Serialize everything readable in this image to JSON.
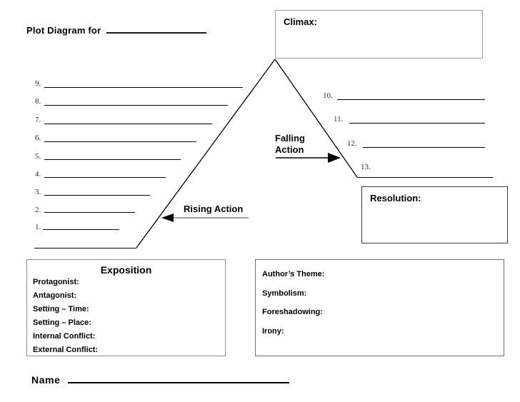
{
  "title": {
    "label": "Plot Diagram for",
    "blank": ""
  },
  "climax": {
    "label": "Climax:",
    "border_color": "#9a9a9a"
  },
  "resolution": {
    "label": "Resolution:",
    "border_color": "#3a3a3a"
  },
  "rising_action": {
    "caption": "Rising Action",
    "shaft_color": "#808080",
    "head_color": "#000000"
  },
  "falling_action": {
    "caption_line1": "Falling",
    "caption_line2": "Action",
    "color": "#000000"
  },
  "rising_items": [
    {
      "number": "9."
    },
    {
      "number": "8."
    },
    {
      "number": "7."
    },
    {
      "number": "6."
    },
    {
      "number": "5."
    },
    {
      "number": "4."
    },
    {
      "number": "3."
    },
    {
      "number": "2."
    },
    {
      "number": "1."
    }
  ],
  "falling_items": [
    {
      "number": "10."
    },
    {
      "number": "11."
    },
    {
      "number": "12."
    },
    {
      "number": "13."
    }
  ],
  "exposition": {
    "title": "Exposition",
    "fields": [
      "Protagonist:",
      "Antagonist:",
      "Setting – Time:",
      "Setting – Place:",
      "Internal Conflict:",
      "External Conflict:"
    ]
  },
  "theme": {
    "fields": [
      "Author’s Theme:",
      "Symbolism:",
      "Foreshadowing:",
      "Irony:"
    ]
  },
  "name": {
    "label": "Name",
    "blank": ""
  }
}
